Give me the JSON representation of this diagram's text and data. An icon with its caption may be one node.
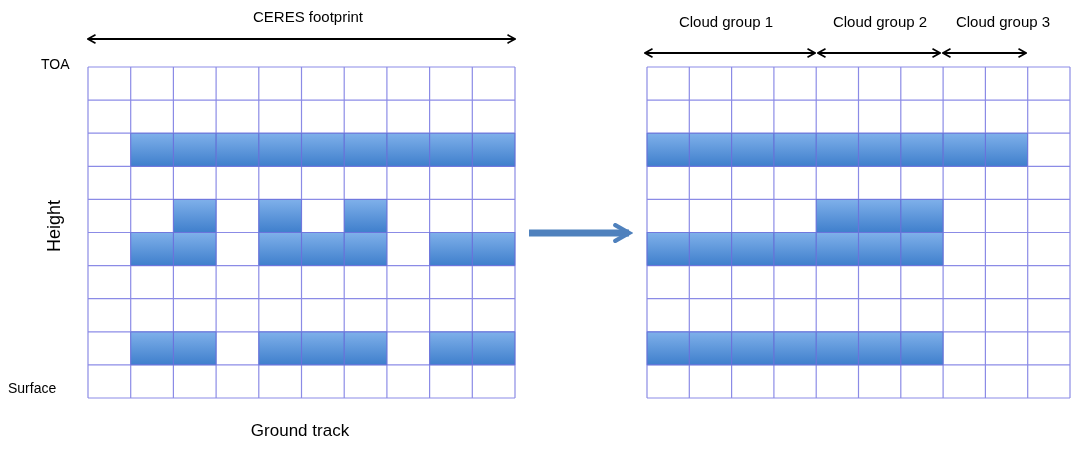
{
  "diagram": {
    "nodes": [
      {
        "text": [],
        "shape": "grid"
      },
      {
        "text": [],
        "shape": "grid"
      }
    ],
    "edges": [
      {
        "from": 0,
        "to": 1,
        "arrow": "to",
        "color": "#4f81bd"
      }
    ],
    "labels": [
      "CERES footprint",
      "Cloud group 1",
      "Cloud group 2",
      "Cloud group 3",
      "TOA",
      "Height",
      "Surface",
      "Ground track"
    ]
  }
}
